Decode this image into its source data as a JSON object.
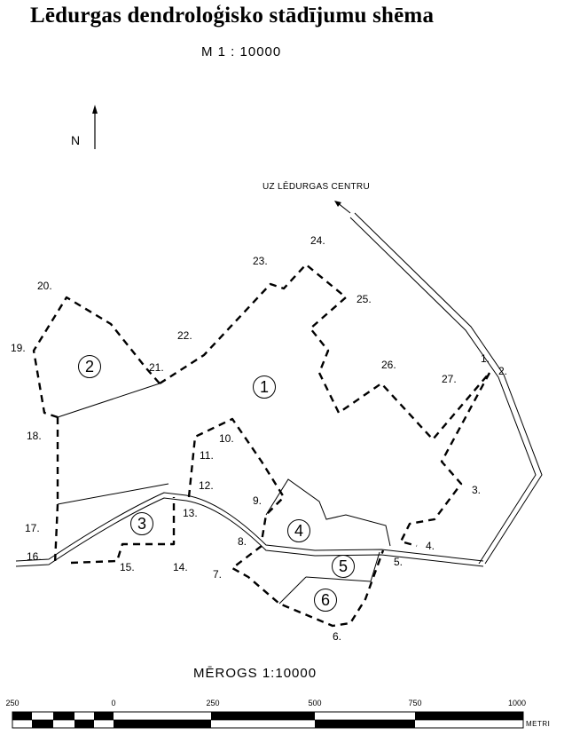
{
  "title": "Lēdurgas dendroloģisko stādījumu shēma",
  "scale_top": "M 1 : 10000",
  "north_label": "N",
  "direction_label": "UZ LĒDURGAS CENTRU",
  "points": [
    "1.",
    "2.",
    "3.",
    "4.",
    "5.",
    "6.",
    "7.",
    "8.",
    "9.",
    "10.",
    "11.",
    "12.",
    "13.",
    "14.",
    "15.",
    "16.",
    "17.",
    "18.",
    "19.",
    "20.",
    "21.",
    "22.",
    "23.",
    "24.",
    "25.",
    "26.",
    "27."
  ],
  "zones": [
    "1",
    "2",
    "3",
    "4",
    "5",
    "6"
  ],
  "scale_bar": {
    "title": "MĒROGS   1:10000",
    "ticks": [
      "250",
      "0",
      "250",
      "500",
      "750",
      "1000"
    ],
    "unit": "METRI"
  }
}
